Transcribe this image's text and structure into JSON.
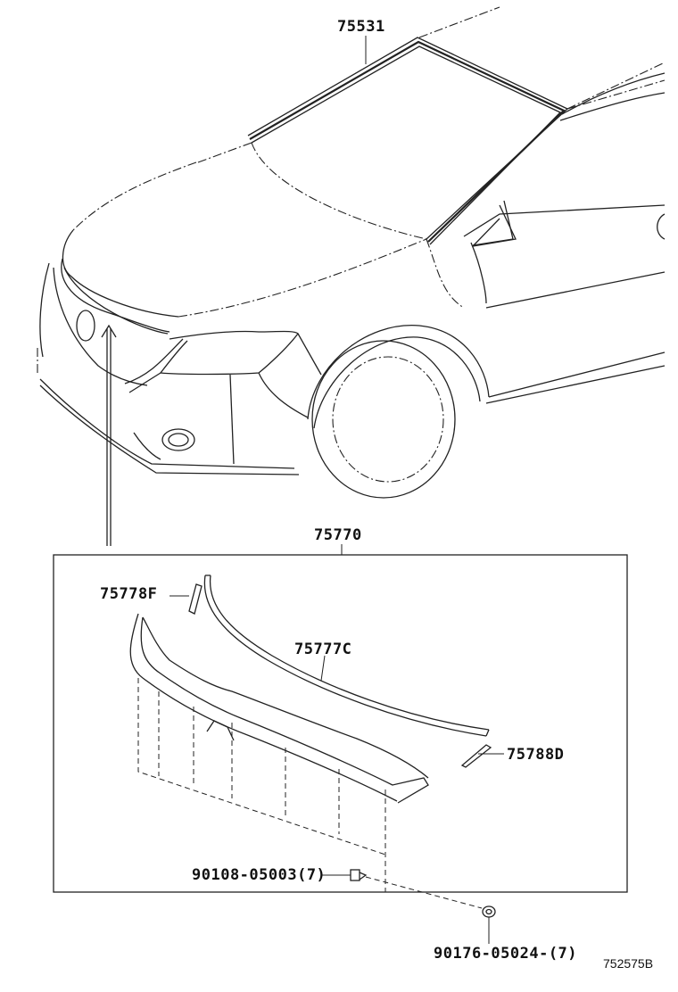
{
  "parts": {
    "windshield_molding": "75531",
    "hood_molding_assy": "75770",
    "sub_f": "75778F",
    "sub_c": "75777C",
    "sub_d": "75788D",
    "clip": "90108-05003(7)",
    "nut": "90176-05024-(7)"
  },
  "diagram_code": "752575B"
}
